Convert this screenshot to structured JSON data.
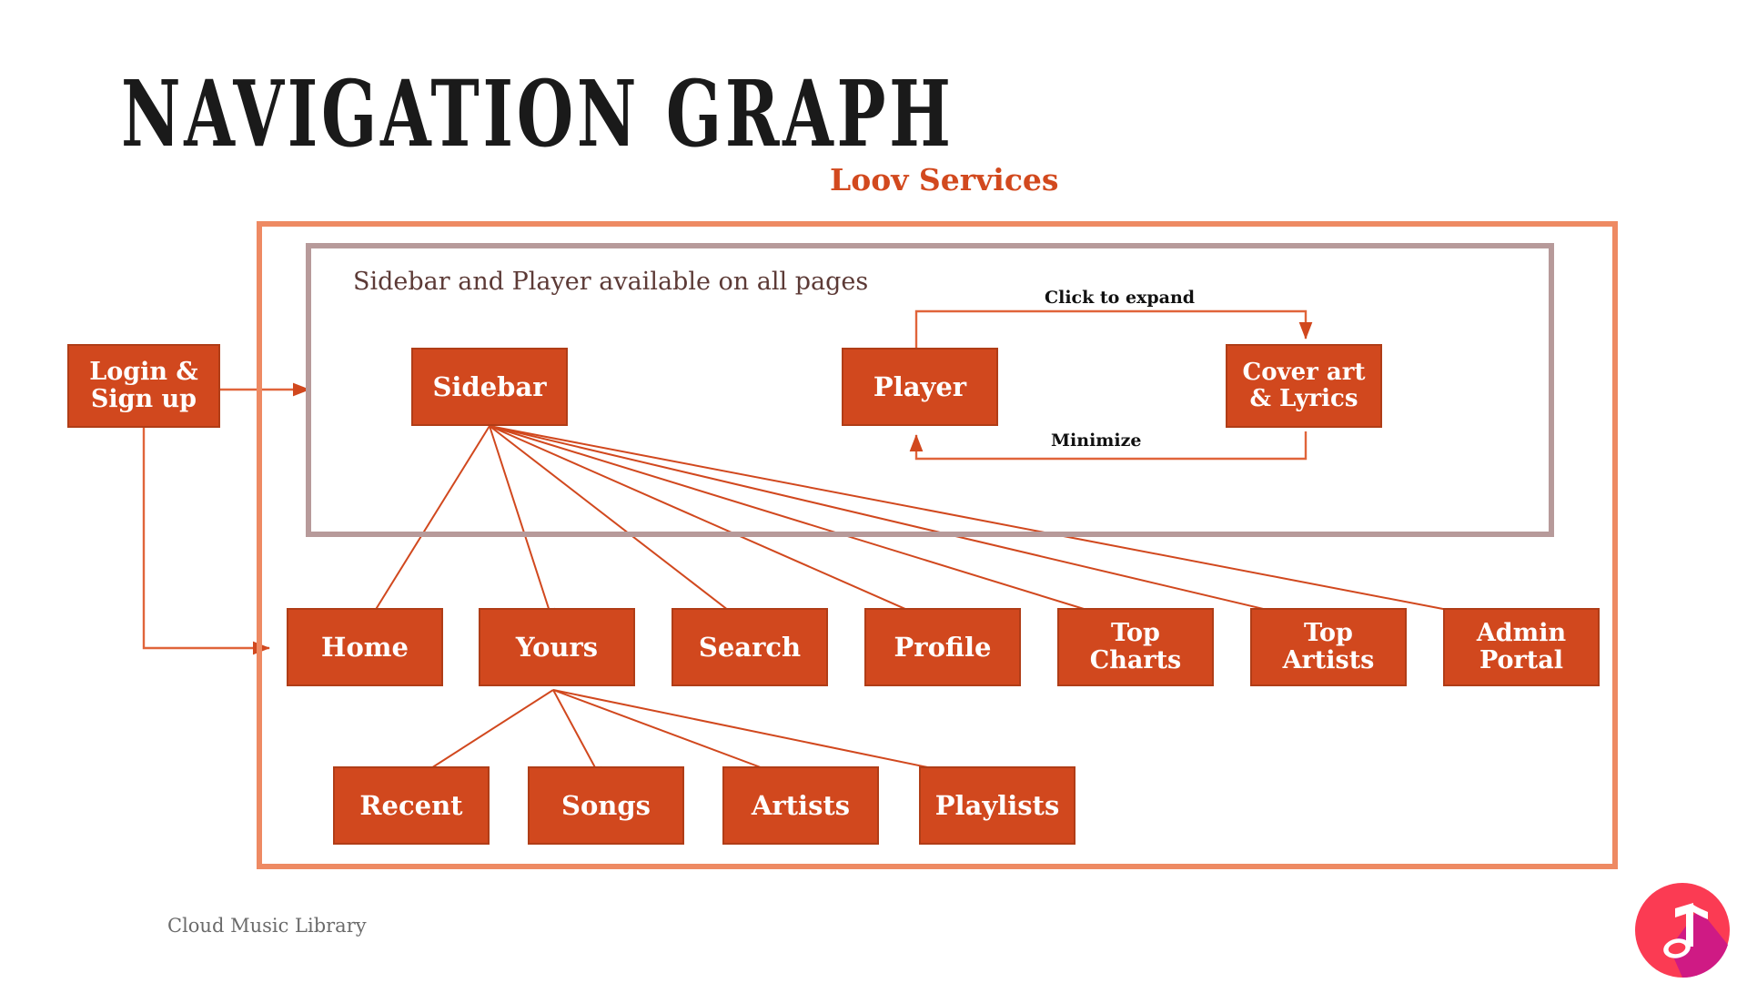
{
  "page": {
    "title": "NAVIGATION GRAPH",
    "subtitle": "Loov Services",
    "footer": "Cloud Music Library",
    "logo_icon": "music-note-circle-icon"
  },
  "colors": {
    "node_fill": "#d1481e",
    "node_border": "#b03d17",
    "accent_orange": "#d2491e",
    "outer_frame": "#ee8a63",
    "inner_frame": "#b79a9a",
    "arrow": "#d1481e",
    "caption_text": "#5c3a36",
    "footer_text": "#6b6b6b",
    "logo_primary": "#fb3b53",
    "logo_shadow": "#cf1a84"
  },
  "frames": {
    "outer_label": "Loov Services",
    "inner_caption": "Sidebar and Player available on all pages"
  },
  "nodes": {
    "auth": {
      "label": "Login &\nSign up"
    },
    "sidebar": {
      "label": "Sidebar"
    },
    "player": {
      "label": "Player"
    },
    "cover": {
      "label": "Cover art\n& Lyrics"
    },
    "home": {
      "label": "Home"
    },
    "yours": {
      "label": "Yours"
    },
    "search": {
      "label": "Search"
    },
    "profile": {
      "label": "Profile"
    },
    "top_charts": {
      "label": "Top\nCharts"
    },
    "top_artists": {
      "label": "Top\nArtists"
    },
    "admin": {
      "label": "Admin\nPortal"
    },
    "recent": {
      "label": "Recent"
    },
    "songs": {
      "label": "Songs"
    },
    "artists": {
      "label": "Artists"
    },
    "playlists": {
      "label": "Playlists"
    }
  },
  "edge_labels": {
    "expand": "Click to expand",
    "minimize": "Minimize"
  }
}
